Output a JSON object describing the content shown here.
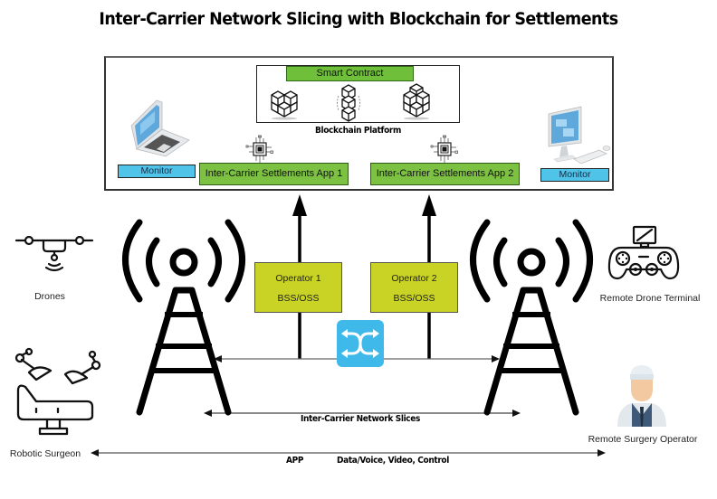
{
  "title": "Inter-Carrier Network Slicing with Blockchain for Settlements",
  "blockchain": {
    "smart_contract": "Smart Contract",
    "platform_label": "Blockchain Platform"
  },
  "settlement_apps": [
    {
      "label": "Inter-Carrier Settlements App 1"
    },
    {
      "label": "Inter-Carrier Settlements App 2"
    }
  ],
  "monitors": [
    {
      "label": "Monitor"
    },
    {
      "label": "Monitor"
    }
  ],
  "operators": [
    {
      "name": "Operator 1",
      "system": "BSS/OSS"
    },
    {
      "name": "Operator 2",
      "system": "BSS/OSS"
    }
  ],
  "devices": {
    "drones": "Drones",
    "robotic_surgeon": "Robotic Surgeon",
    "remote_drone_terminal": "Remote Drone Terminal",
    "remote_surgery_operator": "Remote Surgery Operator"
  },
  "links": {
    "network_slices": "Inter-Carrier Network Slices",
    "app": "APP",
    "traffic_types": "Data/Voice,  Video, Control"
  },
  "colors": {
    "smart_contract": "#6fbf3a",
    "settlement_app": "#7dc143",
    "monitor": "#4fc3e8",
    "operator": "#c8d325",
    "switch": "#3fb8ea"
  }
}
